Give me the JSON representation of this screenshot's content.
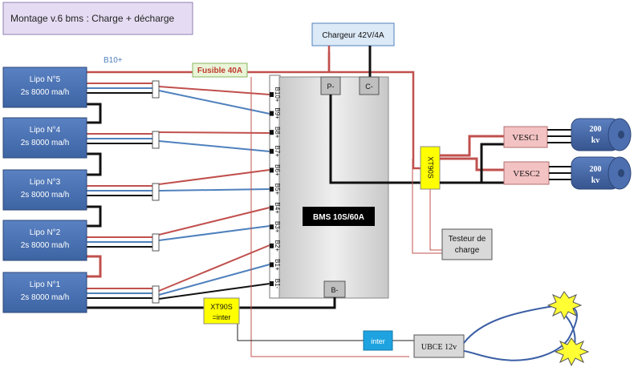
{
  "title": "Montage v.6  bms : Charge + décharge",
  "b10_label": "B10+",
  "charger_label": "Chargeur 42V/4A",
  "fuse_label": "Fusible 40A",
  "bms": {
    "label": "BMS 10S/60A",
    "p_minus": "P-",
    "c_minus": "C-",
    "b_minus": "B-"
  },
  "batteries": [
    {
      "name": "Lipo N°5",
      "spec": "2s  8000 ma/h"
    },
    {
      "name": "Lipo N°4",
      "spec": "2s  8000 ma/h"
    },
    {
      "name": "Lipo N°3",
      "spec": "2s  8000 ma/h"
    },
    {
      "name": "Lipo N°2",
      "spec": "2s  8000 ma/h"
    },
    {
      "name": "Lipo N°1",
      "spec": "2s  8000 ma/h"
    }
  ],
  "pins": [
    "B10+",
    "B9+",
    "B8+",
    "B7+",
    "B6+",
    "B5+",
    "B4+",
    "B3+",
    "B2+",
    "B1+",
    "B1-"
  ],
  "xt90s_right": "XT90S",
  "xt90s_inter": [
    "XT90S",
    "=inter"
  ],
  "tester": [
    "Testeur de",
    "charge"
  ],
  "vesc": [
    "VESC1",
    "VESC2"
  ],
  "motors": [
    {
      "line1": "200",
      "line2": "kv"
    },
    {
      "line1": "200",
      "line2": "kv"
    }
  ],
  "inter_label": "inter",
  "ubce_label": "UBCE 12v",
  "colors": {
    "battery": "#4a72b3",
    "wire_red": "#c0504d",
    "wire_blue": "#4f81bd",
    "xt90": "#ffff00",
    "vesc": "#f3c2c2",
    "title_bg": "#e5dcf3",
    "inter_bg": "#1ea3e0"
  }
}
